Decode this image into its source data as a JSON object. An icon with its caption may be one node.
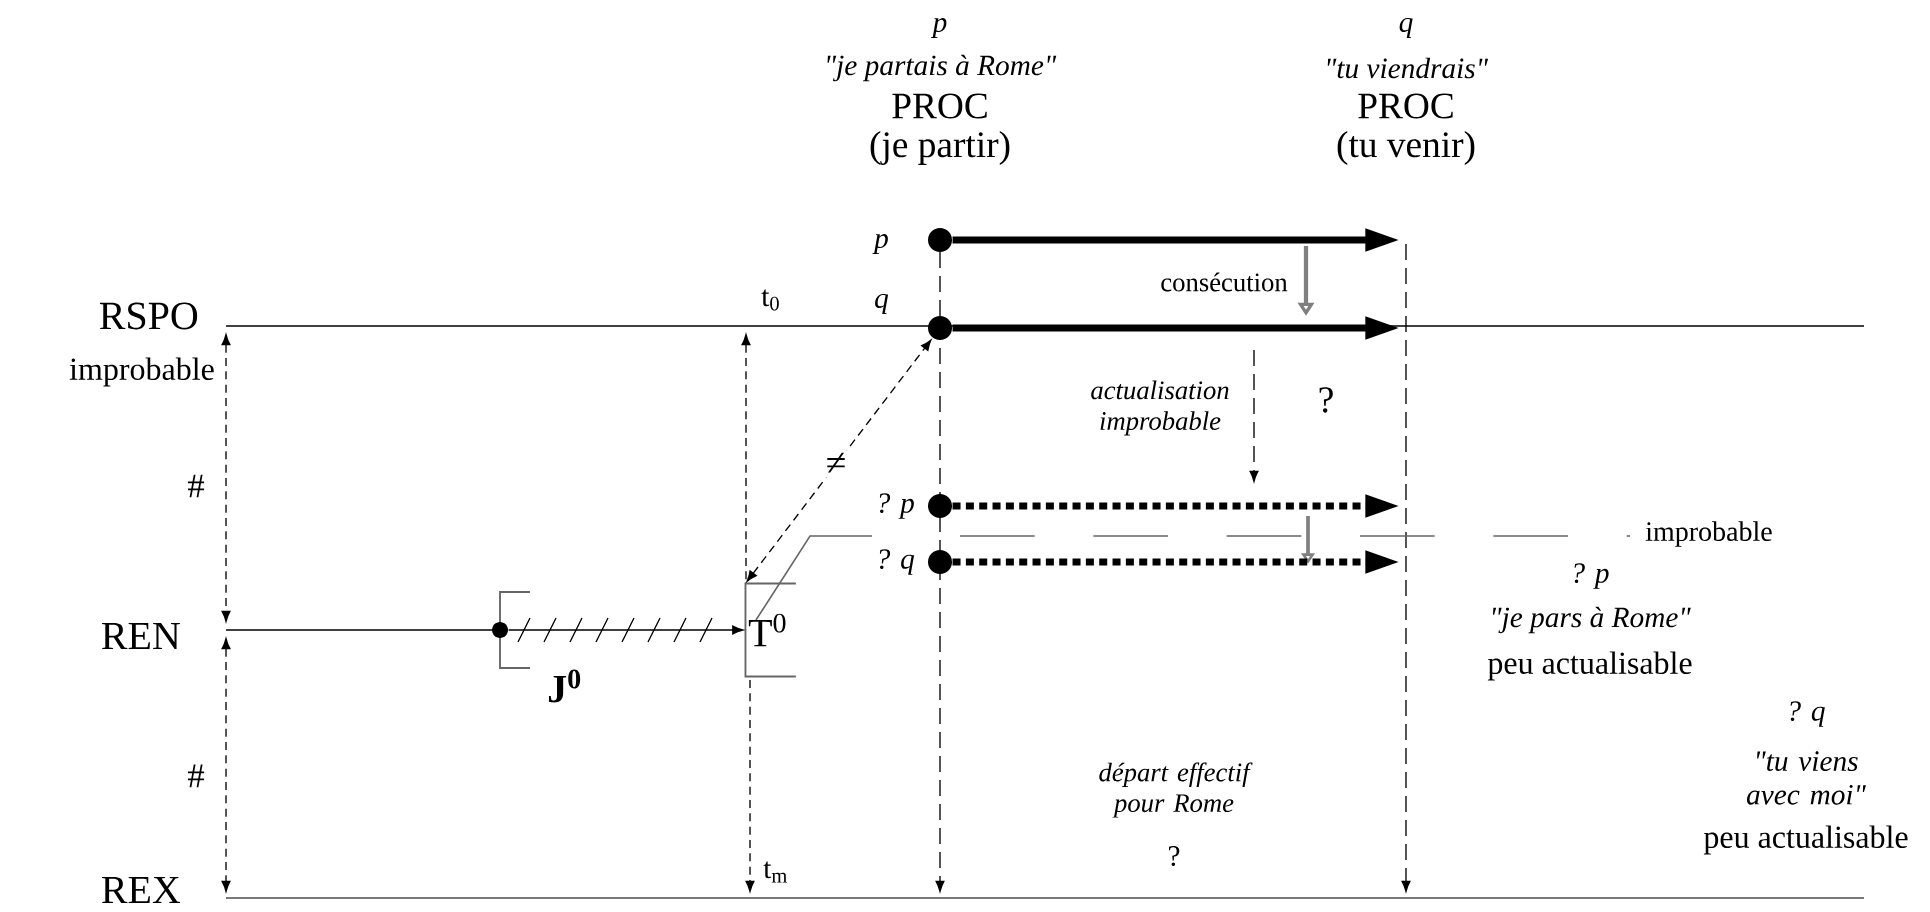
{
  "diagram": {
    "nodes": [
      {
        "text": [],
        "shape": "circle",
        "beside": [
          "p"
        ]
      },
      {
        "text": [],
        "shape": "circle",
        "beside": [
          "q"
        ]
      },
      {
        "text": [],
        "shape": "circle",
        "beside": [
          "? p"
        ]
      },
      {
        "text": [],
        "shape": "circle",
        "beside": [
          "? q"
        ]
      },
      {
        "text": [],
        "shape": "circle",
        "beside": [
          "J$^{0}$"
        ]
      },
      {
        "text": [
          "T$^{0}$"
        ]
      }
    ],
    "edges": [
      {
        "from": 0,
        "to": null,
        "arrow": "to"
      },
      {
        "from": 1,
        "to": null,
        "arrow": "to"
      },
      {
        "from": 2,
        "to": null,
        "arrow": "to",
        "style": "dashed"
      },
      {
        "from": 3,
        "to": null,
        "arrow": "to",
        "style": "dashed"
      },
      {
        "from": 4,
        "to": 5,
        "arrow": "to"
      },
      {
        "from": 5,
        "to": 1,
        "arrow": "both",
        "style": "dashed",
        "label": "≠"
      }
    ],
    "labels": [
      "p",
      "\"je partais à Rome\"",
      "PROC",
      "(je partir)",
      "q",
      "\"tu viendrais\"",
      "PROC",
      "(tu venir)",
      "RSPO",
      "t$_{0}$",
      "improbable",
      "consécution",
      "actualisation improbable",
      "?",
      "#",
      "REN",
      "improbable",
      "? p",
      "\"je pars à Rome\"",
      "peu actualisable",
      "? q",
      "#",
      "départ effectif pour Rome",
      "\"tu viens avec moi\"",
      "?",
      "peu actualisable",
      "t$_{m}$",
      "REX"
    ]
  }
}
